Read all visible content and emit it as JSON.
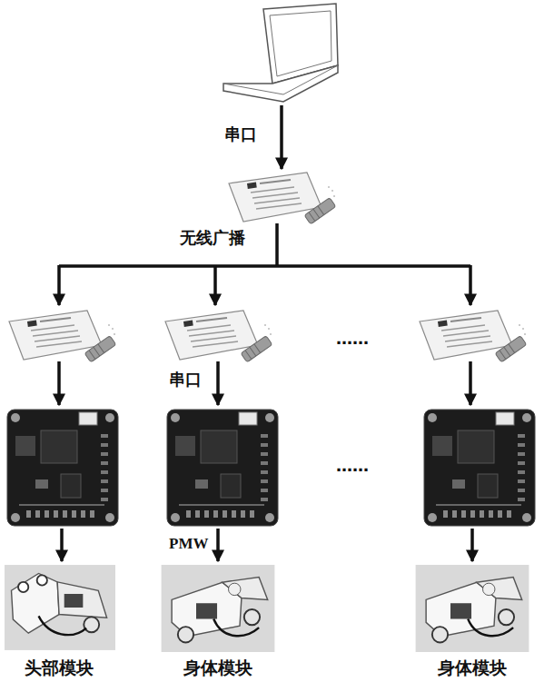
{
  "diagram": {
    "nodes": [
      {
        "text": [
          "头部模块"
        ]
      },
      {
        "text": [
          "身体模块"
        ]
      },
      {
        "text": [
          "身体模块"
        ]
      }
    ],
    "labels": [
      "串口",
      "无线广播",
      "……",
      "串口",
      "……",
      "PMW"
    ]
  }
}
